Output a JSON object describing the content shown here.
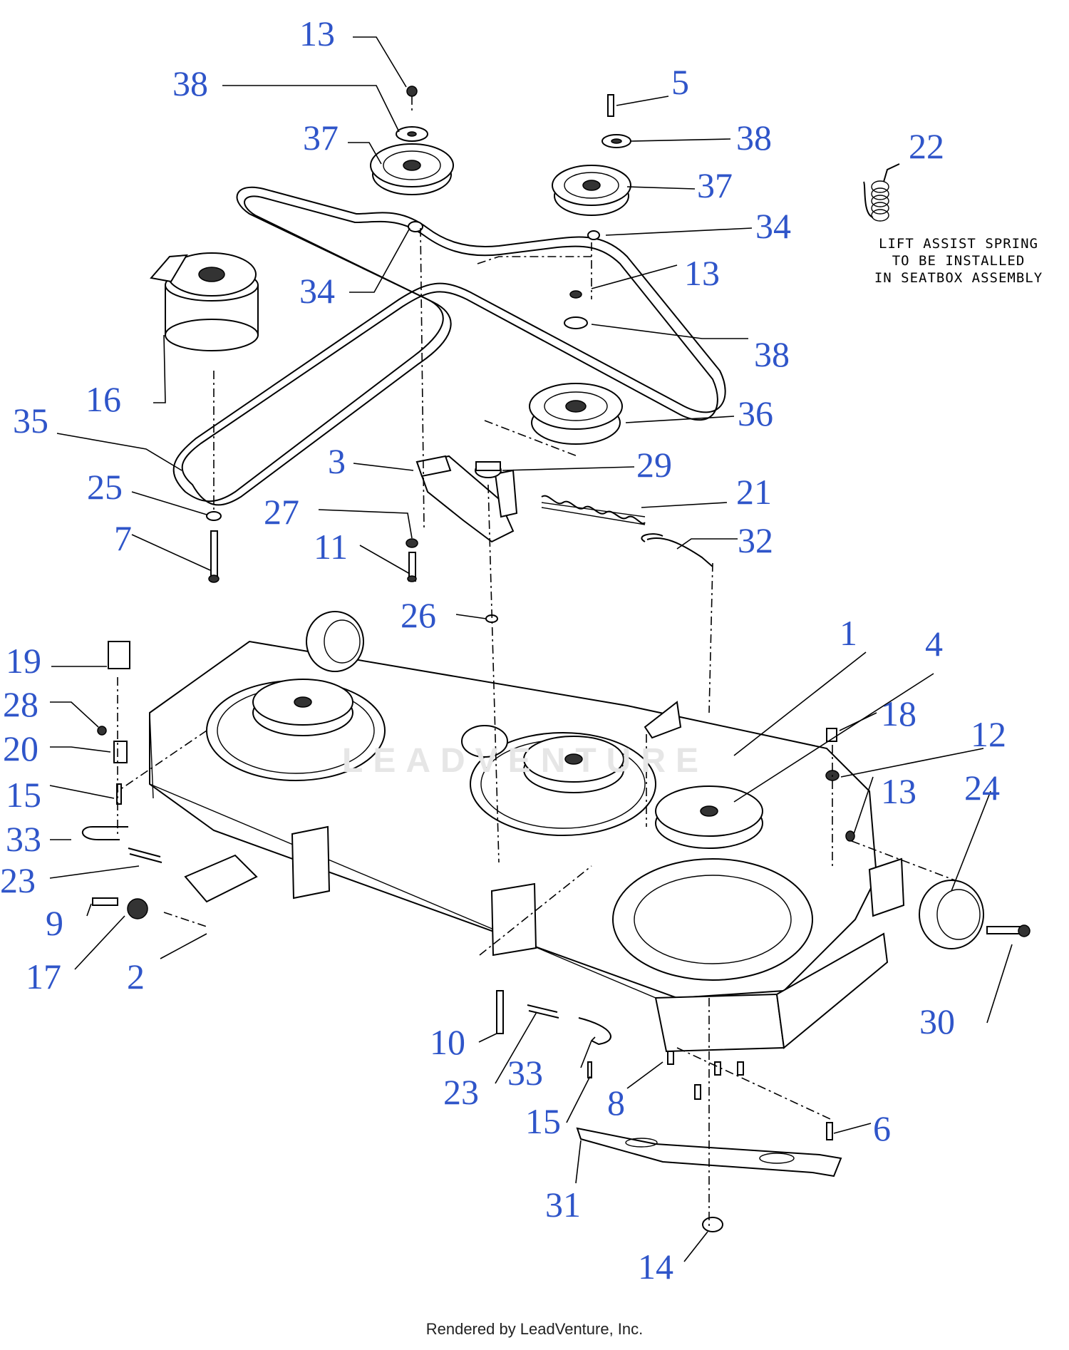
{
  "diagram": {
    "callouts": [
      {
        "id": "c13a",
        "label": "13"
      },
      {
        "id": "c38a",
        "label": "38"
      },
      {
        "id": "c37a",
        "label": "37"
      },
      {
        "id": "c5",
        "label": "5"
      },
      {
        "id": "c38b",
        "label": "38"
      },
      {
        "id": "c37b",
        "label": "37"
      },
      {
        "id": "c22",
        "label": "22"
      },
      {
        "id": "c34a",
        "label": "34"
      },
      {
        "id": "c34b",
        "label": "34"
      },
      {
        "id": "c13b",
        "label": "13"
      },
      {
        "id": "c38c",
        "label": "38"
      },
      {
        "id": "c16",
        "label": "16"
      },
      {
        "id": "c36",
        "label": "36"
      },
      {
        "id": "c35",
        "label": "35"
      },
      {
        "id": "c3",
        "label": "3"
      },
      {
        "id": "c29",
        "label": "29"
      },
      {
        "id": "c21",
        "label": "21"
      },
      {
        "id": "c25",
        "label": "25"
      },
      {
        "id": "c27",
        "label": "27"
      },
      {
        "id": "c32",
        "label": "32"
      },
      {
        "id": "c7",
        "label": "7"
      },
      {
        "id": "c11",
        "label": "11"
      },
      {
        "id": "c26",
        "label": "26"
      },
      {
        "id": "c1",
        "label": "1"
      },
      {
        "id": "c4",
        "label": "4"
      },
      {
        "id": "c19",
        "label": "19"
      },
      {
        "id": "c18",
        "label": "18"
      },
      {
        "id": "c28",
        "label": "28"
      },
      {
        "id": "c12",
        "label": "12"
      },
      {
        "id": "c20",
        "label": "20"
      },
      {
        "id": "c13c",
        "label": "13"
      },
      {
        "id": "c24",
        "label": "24"
      },
      {
        "id": "c15a",
        "label": "15"
      },
      {
        "id": "c33a",
        "label": "33"
      },
      {
        "id": "c23a",
        "label": "23"
      },
      {
        "id": "c9",
        "label": "9"
      },
      {
        "id": "c17",
        "label": "17"
      },
      {
        "id": "c2",
        "label": "2"
      },
      {
        "id": "c30",
        "label": "30"
      },
      {
        "id": "c10",
        "label": "10"
      },
      {
        "id": "c33b",
        "label": "33"
      },
      {
        "id": "c23b",
        "label": "23"
      },
      {
        "id": "c8",
        "label": "8"
      },
      {
        "id": "c15b",
        "label": "15"
      },
      {
        "id": "c6",
        "label": "6"
      },
      {
        "id": "c31",
        "label": "31"
      },
      {
        "id": "c14",
        "label": "14"
      }
    ],
    "note_lines": [
      "LIFT ASSIST SPRING",
      "TO BE INSTALLED",
      "IN SEATBOX ASSEMBLY"
    ],
    "watermark": "LEADVENTURE",
    "footer": "Rendered by LeadVenture, Inc."
  }
}
